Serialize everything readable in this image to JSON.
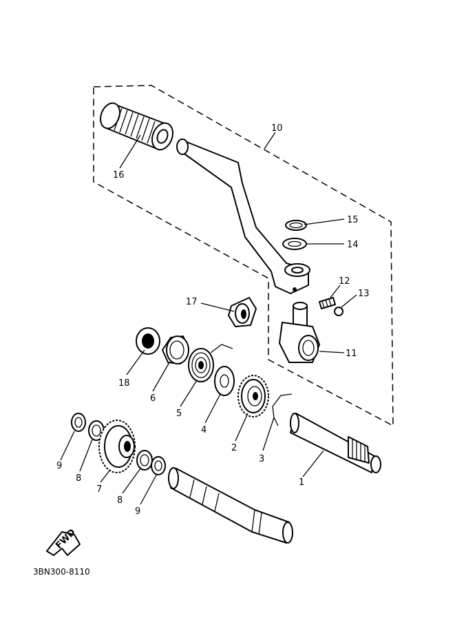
{
  "diagram": {
    "callouts": {
      "p1": "1",
      "p2": "2",
      "p3": "3",
      "p4": "4",
      "p5": "5",
      "p6": "6",
      "p7": "7",
      "p8a": "8",
      "p8b": "8",
      "p9a": "9",
      "p9b": "9",
      "p10": "10",
      "p11": "11",
      "p12": "12",
      "p13": "13",
      "p14": "14",
      "p15": "15",
      "p16": "16",
      "p17": "17",
      "p18": "18"
    },
    "fwd_label": "FWD",
    "drawing_code": "3BN300-8110"
  }
}
